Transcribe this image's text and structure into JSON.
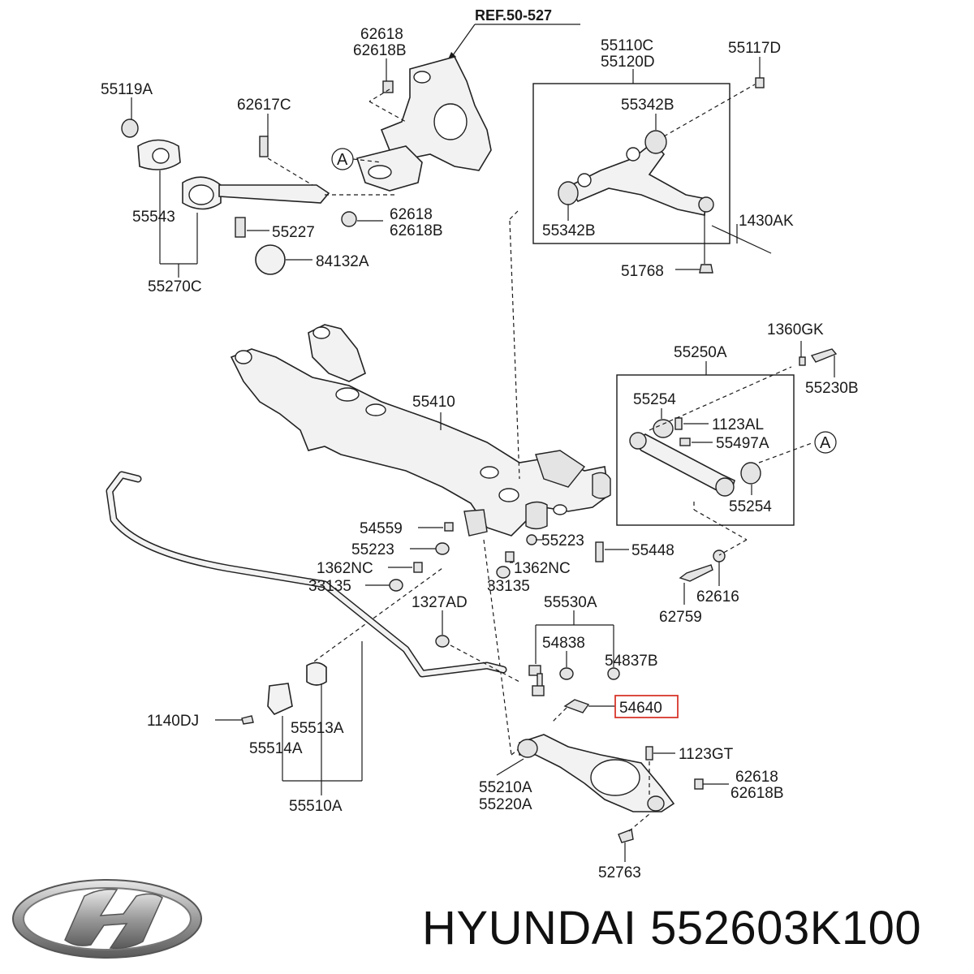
{
  "reference_label": "REF.50-527",
  "callout_letter": "A",
  "labels": {
    "knuckle_nut": "62618\n62618B",
    "bushing_nut": "55119A",
    "bolt_top": "62617C",
    "arm_assembly": "55543",
    "bolt_55227": "55227",
    "nut_mid": "62618\n62618B",
    "cap": "84132A",
    "arm_group": "55270C",
    "upper_arm": "55110C\n55120D",
    "bolt_upper": "55117D",
    "bush_upper_a": "55342B",
    "bush_upper_b": "55342B",
    "balljoint_bolt": "1430AK",
    "balljoint_nut": "51768",
    "crossmember_bolt": "1360GK",
    "trailing_group": "55250A",
    "trailing_bolt": "55230B",
    "crossmember": "55410",
    "bush_trail_a": "55254",
    "bush_trail_b": "55254",
    "bolt_1123AL": "1123AL",
    "bracket_55497A": "55497A",
    "nut_54559": "54559",
    "washer_left": "55223",
    "washer_right": "55223",
    "bolt_55448": "55448",
    "bolt_1362NC_left": "1362NC",
    "bolt_1362NC_right": "1362NC",
    "nut_33135_left": "33135",
    "nut_33135_right": "33135",
    "washer_62616": "62616",
    "bolt_62759": "62759",
    "nut_1327AD": "1327AD",
    "link_group": "55530A",
    "link_54838": "54838",
    "link_54837B": "54837B",
    "highlight_part": "54640",
    "bolt_1140DJ": "1140DJ",
    "bush_55513A": "55513A",
    "bracket_55514A": "55514A",
    "stabilizer": "55510A",
    "bolt_1123GT": "1123GT",
    "lower_arm": "55210A\n55220A",
    "nut_lower": "62618\n62618B",
    "bolt_52763": "52763"
  },
  "highlight_color": "#d9362b",
  "brand": "HYUNDAI",
  "part_number": "552603K100",
  "logo_icon": "hyundai-logo-icon"
}
